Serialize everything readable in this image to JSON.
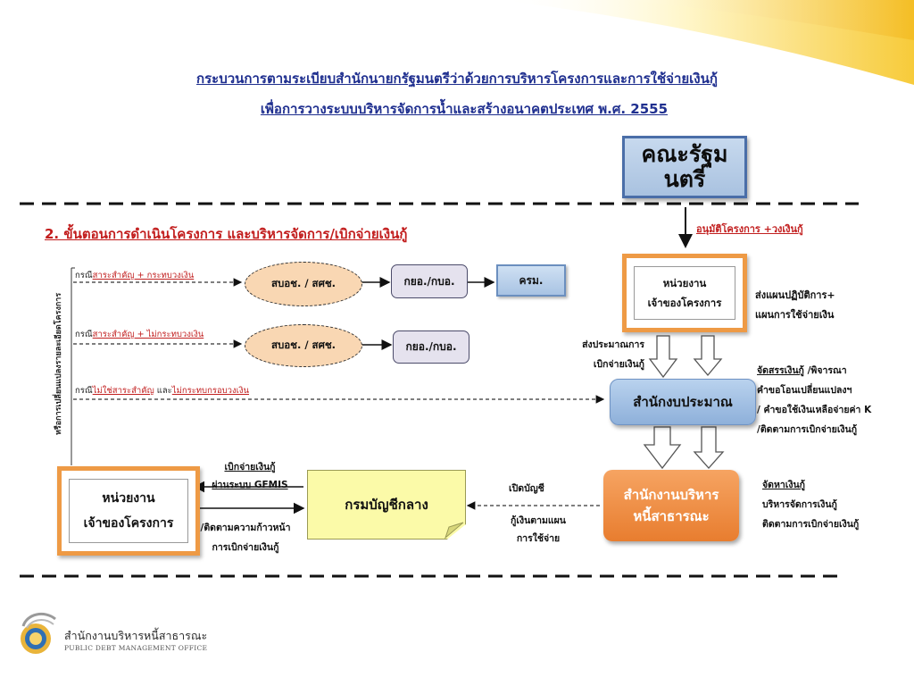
{
  "title": {
    "line1": "กระบวนการตามระเบียบสำนักนายกรัฐมนตรีว่าด้วยการบริหารโครงการและการใช้จ่ายเงินกู้",
    "line2": "เพื่อการวางระบบบริหารจัดการน้ำและสร้างอนาคตประเทศ พ.ศ. 2555"
  },
  "cabinet": {
    "line1": "คณะรัฐม",
    "line2": "นตรี"
  },
  "approve_label": "อนุมัติโครงการ +วงเงินกู้",
  "step_heading": "2. ขั้นตอนการดำเนินโครงการ และบริหารจัดการ/เบิกจ่ายเงินกู้",
  "side_label": "หรือการเปลี่ยนแปลงรายละเอียดโครงการ",
  "cases": [
    {
      "prefix": "กรณี",
      "underlined": "สาระสำคัญ + กระทบวงเงิน",
      "middle": "",
      "underlined2": ""
    },
    {
      "prefix": "กรณี",
      "underlined": "สาระสำคัญ + ไม่กระทบวงเงิน",
      "middle": "",
      "underlined2": ""
    },
    {
      "prefix": "กรณี",
      "underlined": "ไม่ใช่สาระสำคัญ",
      "middle": " และ",
      "underlined2": "ไม่กระทบกรอบวงเงิน"
    }
  ],
  "nodes": {
    "oval1": "สบอช. / สศช.",
    "oval2": "สบอช. / สศช.",
    "kor1": "กยอ./กบอ.",
    "kor2": "กยอ./กบอ.",
    "krom": "ครม.",
    "agency_top": {
      "line1": "หน่วยงาน",
      "line2": "เจ้าของโครงการ"
    },
    "budget_bureau": "สำนักงบประมาณ",
    "pdmo": {
      "line1": "สำนักงานบริหาร",
      "line2": "หนี้สาธารณะ"
    },
    "comptroller": "กรมบัญชีกลาง",
    "agency_bottom": {
      "line1": "หน่วยงาน",
      "line2": "เจ้าของโครงการ"
    }
  },
  "notes": {
    "agency_top": {
      "line1": "ส่งแผนปฏิบัติการ+",
      "line2": "แผนการใช้จ่ายเงิน"
    },
    "budget_send": {
      "line1": "ส่งประมาณการ",
      "line2": "เบิกจ่ายเงินกู้"
    },
    "budget_bureau": {
      "line1_u": "จัดสรรเงินกู้",
      "line1_rest": " /พิจารณา",
      "line2": "คำขอโอนเปลี่ยนแปลงฯ",
      "line3": "/ คำขอใช้เงินเหลือจ่ายค่า K",
      "line4": "/ติดตามการเบิกจ่ายเงินกู้"
    },
    "pdmo": {
      "line1": "จัดหาเงินกู้",
      "line2": "บริหารจัดการเงินกู้",
      "line3": "ติดตามการเบิกจ่ายเงินกู้"
    },
    "open_account": "เปิดบัญชี",
    "loan_plan": {
      "line1": "กู้เงินตามแผน",
      "line2": "การใช้จ่าย"
    },
    "gfmis": {
      "line1": "เบิกจ่ายเงินกู้",
      "line2": "ผ่านระบบ GFMIS"
    },
    "track": {
      "line1": "/ติดตามความก้าวหน้า",
      "line2": "การเบิกจ่ายเงินกู้"
    }
  },
  "footer": {
    "org_th": "สำนักงานบริหารหนี้สาธารณะ",
    "org_en": "PUBLIC DEBT MANAGEMENT OFFICE",
    "logo_icon": "pdmo-logo-icon"
  },
  "colors": {
    "title": "#1f2f8f",
    "heading": "#c21d1d",
    "orange": "#ee9a45",
    "budget_blue": "#8eb0da",
    "comptroller_yellow": "#fbfaa8"
  }
}
